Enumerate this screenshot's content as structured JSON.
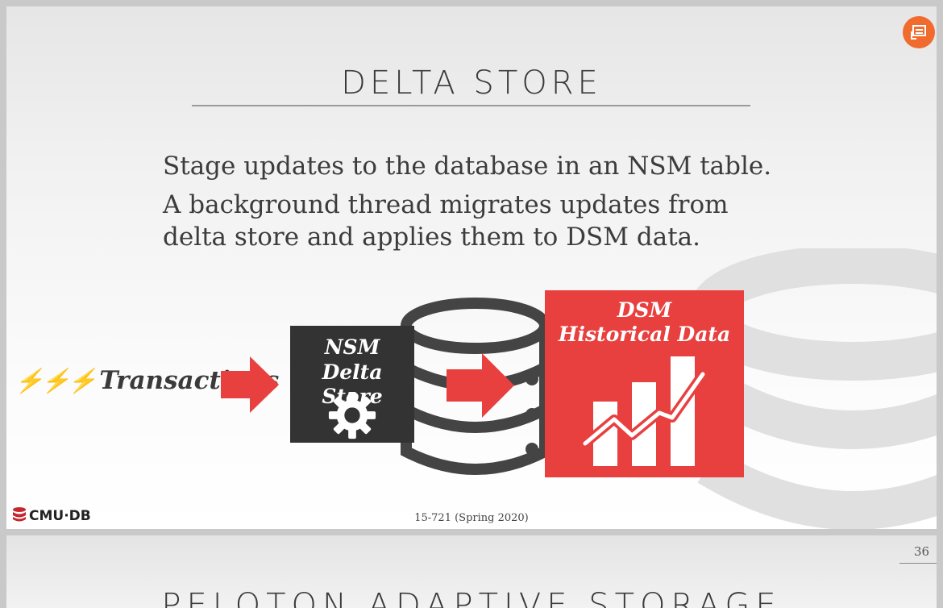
{
  "slide": {
    "title": "DELTA STORE",
    "bullets": [
      "Stage updates to the database in an NSM table.",
      "A background thread migrates updates from delta store and applies them to DSM data."
    ],
    "diagram": {
      "input_label": "Transactions",
      "nsm_box_line1": "NSM",
      "nsm_box_line2": "Delta Store",
      "dsm_box_line1": "DSM",
      "dsm_box_line2": "Historical Data",
      "accent_color": "#e8403f",
      "dark_color": "#333333"
    },
    "footer": {
      "logo_text": "CMU·DB",
      "course": "15-721 (Spring 2020)"
    },
    "corner_button_color": "#f16a2e"
  },
  "next_slide": {
    "page_number": "36",
    "title": "PELOTON ADAPTIVE STORAGE"
  }
}
